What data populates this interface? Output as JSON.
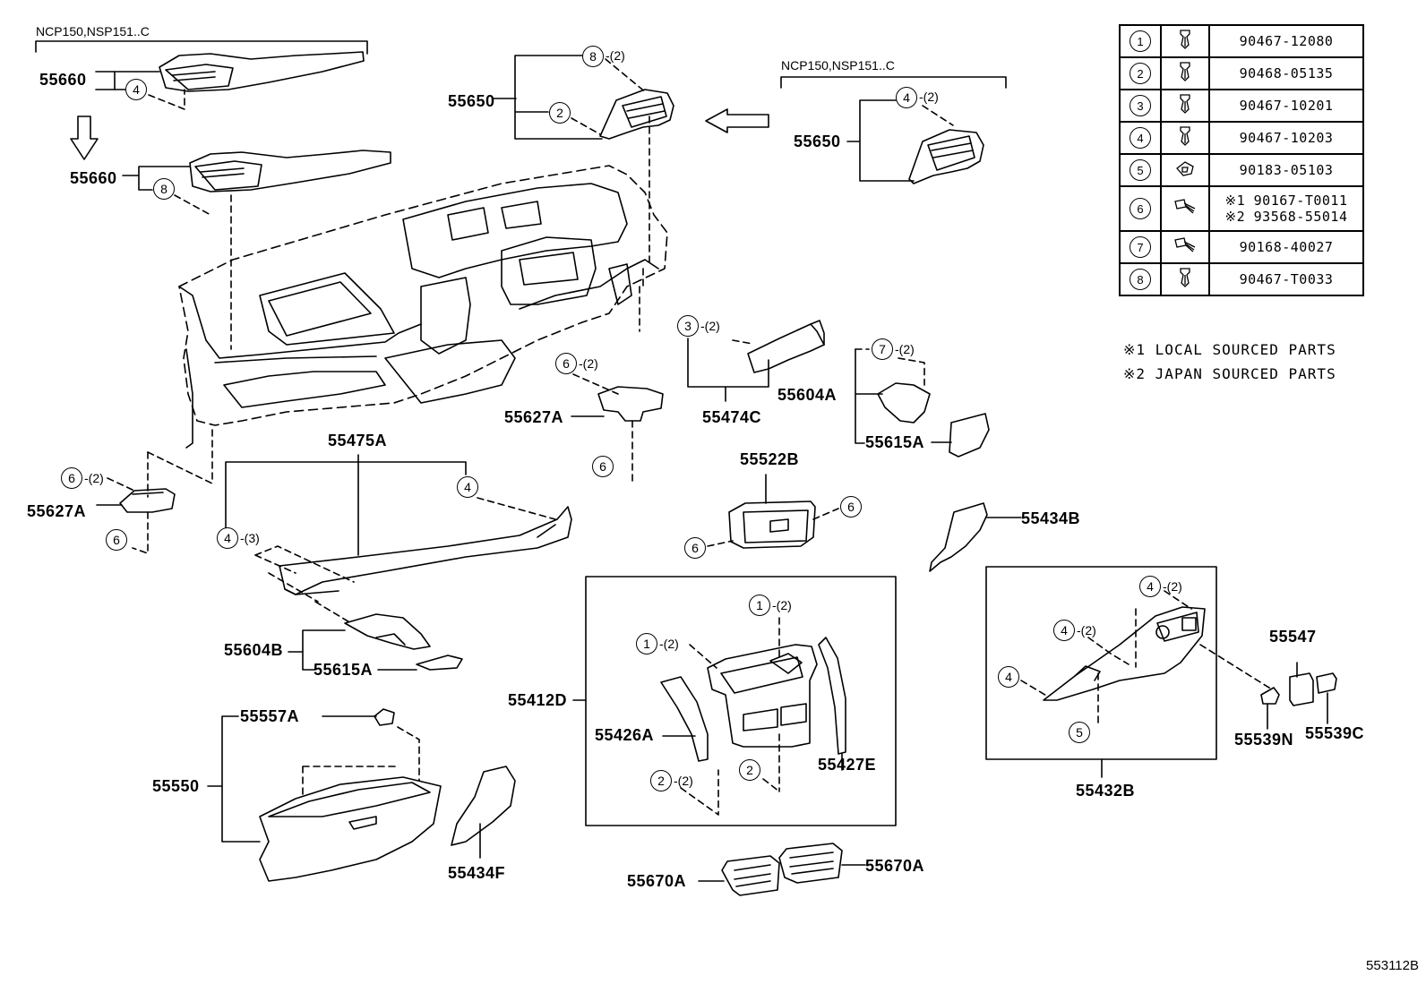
{
  "conditions": {
    "left": "NCP150,NSP151..C",
    "right": "NCP150,NSP151..C"
  },
  "labels": {
    "p55660_top": "55660",
    "p55660_bot": "55660",
    "p55650_top": "55650",
    "p55650_right": "55650",
    "p55474C": "55474C",
    "p55604A": "55604A",
    "p55615A_top": "55615A",
    "p55627A_mid": "55627A",
    "p55627A_left": "55627A",
    "p55475A": "55475A",
    "p55522B": "55522B",
    "p55434B": "55434B",
    "p55604B": "55604B",
    "p55615A_bot": "55615A",
    "p55412D": "55412D",
    "p55426A": "55426A",
    "p55427E": "55427E",
    "p55432B": "55432B",
    "p55547": "55547",
    "p55539N": "55539N",
    "p55539C": "55539C",
    "p55557A": "55557A",
    "p55550": "55550",
    "p55434F": "55434F",
    "p55670A_left": "55670A",
    "p55670A_right": "55670A"
  },
  "qty": {
    "q2": "-(2)",
    "q3": "-(3)"
  },
  "legend": [
    {
      "num": "1",
      "icon": "clip-icon",
      "code": "90467-12080"
    },
    {
      "num": "2",
      "icon": "clip-icon",
      "code": "90468-05135"
    },
    {
      "num": "3",
      "icon": "clip-icon",
      "code": "90467-10201"
    },
    {
      "num": "4",
      "icon": "clip-icon",
      "code": "90467-10203"
    },
    {
      "num": "5",
      "icon": "nut-icon",
      "code": "90183-05103"
    },
    {
      "num": "6",
      "icon": "screw-icon",
      "code": "※1 90167-T0011",
      "code2": "※2 93568-55014"
    },
    {
      "num": "7",
      "icon": "screw-icon",
      "code": "90168-40027"
    },
    {
      "num": "8",
      "icon": "clip-icon",
      "code": "90467-T0033"
    }
  ],
  "notes": {
    "n1": "※1 LOCAL SOURCED PARTS",
    "n2": "※2 JAPAN SOURCED PARTS"
  },
  "reference": "553112B"
}
